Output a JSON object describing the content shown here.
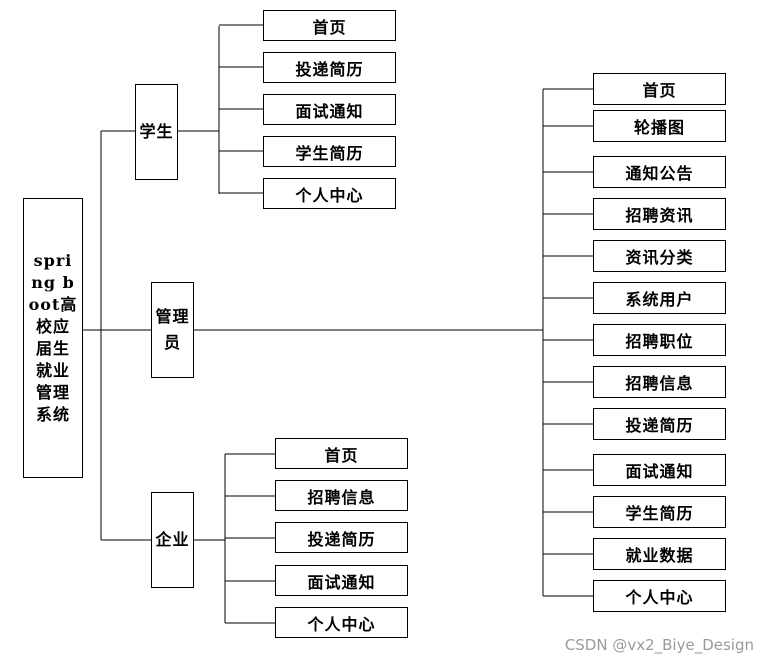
{
  "root": {
    "label": "spring boot高校应届生就业管理系统"
  },
  "roles": [
    {
      "label": "学生",
      "items": [
        "首页",
        "投递简历",
        "面试通知",
        "学生简历",
        "个人中心"
      ]
    },
    {
      "label": "管理员",
      "items": [
        "首页",
        "轮播图",
        "通知公告",
        "招聘资讯",
        "资讯分类",
        "系统用户",
        "招聘职位",
        "招聘信息",
        "投递简历",
        "面试通知",
        "学生简历",
        "就业数据",
        "个人中心"
      ]
    },
    {
      "label": "企业",
      "items": [
        "首页",
        "招聘信息",
        "投递简历",
        "面试通知",
        "个人中心"
      ]
    }
  ],
  "watermark": "CSDN @vx2_Biye_Design",
  "colors": {
    "line": "#000000",
    "box_border": "#000000",
    "watermark": "#9a9a9a"
  }
}
